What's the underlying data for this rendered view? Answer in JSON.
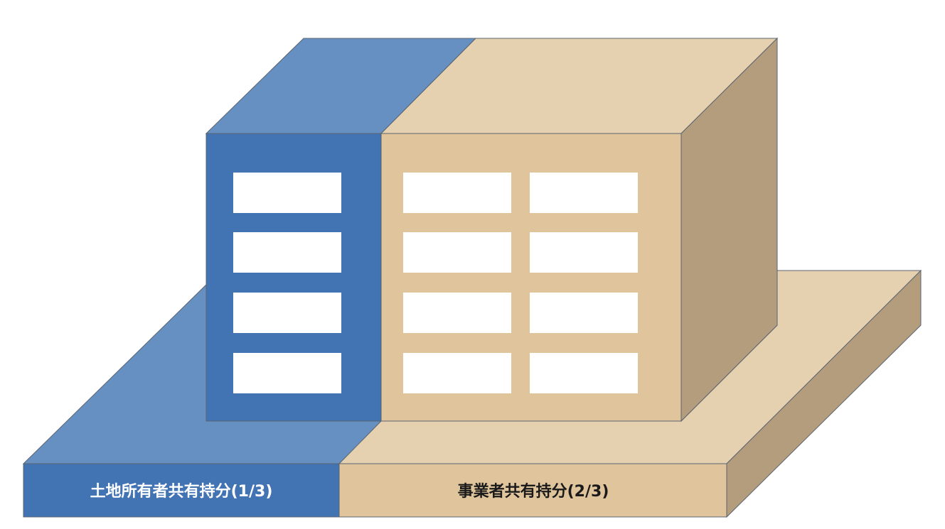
{
  "labels": {
    "land_owner": "土地所有者共有持分(1/3)",
    "business_owner": "事業者共有持分(2/3)"
  },
  "colors": {
    "blue_front": "#4274b4",
    "blue_top": "#6690c2",
    "tan_front": "#dfc49c",
    "tan_top": "#e5d0b0",
    "tan_side": "#b49d7c",
    "window": "#ffffff",
    "outline": "#5b6470"
  },
  "windows": {
    "blue_columns": 1,
    "tan_columns": 2,
    "rows": 4
  }
}
